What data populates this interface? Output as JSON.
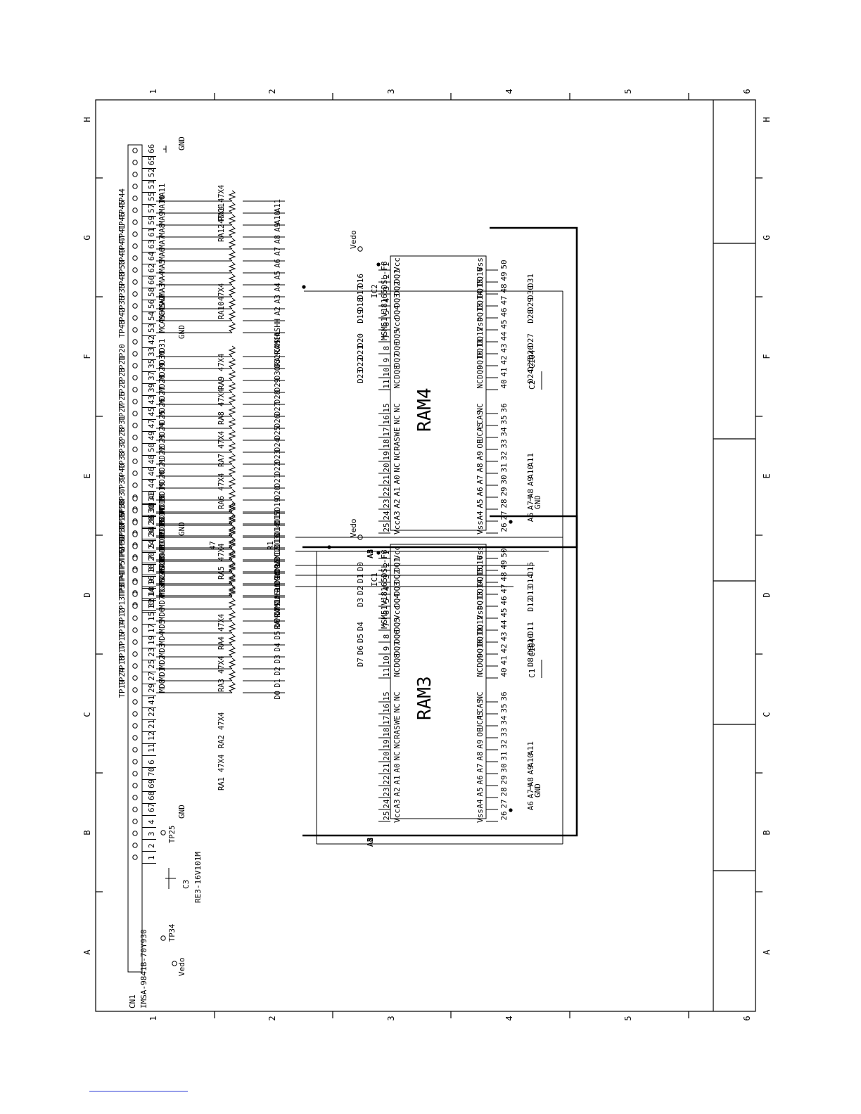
{
  "border": {
    "columns": [
      "1",
      "2",
      "3",
      "4",
      "5",
      "6"
    ],
    "rows": [
      "A",
      "B",
      "C",
      "D",
      "E",
      "F",
      "G",
      "H"
    ]
  },
  "connector": {
    "ref": "CN1",
    "part": "IMSA-9841B-70Y930",
    "power_label": "Vedo",
    "gnd_label": "GND",
    "top_pins": [
      "66",
      "65",
      "52",
      "51",
      "55",
      "57",
      "59",
      "61",
      "63",
      "64",
      "62",
      "60",
      "58",
      "56",
      "54",
      "53",
      "42",
      "33",
      "35",
      "37",
      "39",
      "43",
      "45",
      "47",
      "49",
      "50",
      "48",
      "46",
      "44",
      "40",
      "38",
      "36",
      "34",
      "5",
      "7",
      "8",
      "9",
      "10",
      "32"
    ],
    "bottom_pins": [
      "31",
      "30",
      "28",
      "26",
      "24",
      "20",
      "18",
      "16",
      "14",
      "13",
      "15",
      "17",
      "19",
      "23",
      "25",
      "27",
      "29",
      "41",
      "22",
      "21",
      "12",
      "11",
      "6",
      "70",
      "69",
      "68",
      "67",
      "4",
      "3",
      "2",
      "1"
    ],
    "top_signals": [
      "",
      "",
      "",
      "",
      "MA11",
      "MA10",
      "MA9",
      "MA8",
      "MA7",
      "MA6",
      "MA5",
      "MA4",
      "MA3",
      "MA2",
      "MCASHH",
      "MCASHL",
      "",
      "MD31",
      "MD30",
      "MD29",
      "MD28",
      "MD27",
      "MD26",
      "MD25",
      "MD24",
      "MD23",
      "MD22",
      "MD21",
      "MD20",
      "MD19",
      "MD18",
      "MD17",
      "MD16",
      "MOE",
      "MWE",
      "MRD",
      "MCASLL",
      "MCASLH",
      ""
    ],
    "bottom_signals": [
      "",
      "MD15",
      "MD14",
      "MD13",
      "MD12",
      "MD11",
      "MD10",
      "MD9",
      "MD8",
      "MD7",
      "MD6",
      "MD5",
      "MD4",
      "MD3",
      "MD2",
      "MD1",
      "MD0",
      "",
      "",
      "",
      "",
      "",
      "",
      "",
      "",
      "",
      "",
      "",
      "",
      "",
      ""
    ],
    "top_tps": [
      "",
      "",
      "",
      "",
      "TP44",
      "TP45",
      "TP46",
      "TP41",
      "TP47",
      "TP49",
      "TP50",
      "TP48",
      "TP35",
      "TP36",
      "TP42",
      "TP43",
      "",
      "TP20",
      "TP21",
      "TP23",
      "TP22",
      "TP26",
      "TP27",
      "TP31",
      "TP28",
      "TP32",
      "TP33",
      "TP40",
      "TP39",
      "TP37",
      "TP38",
      "TP29",
      "TP30",
      "TP51",
      "TP2",
      "TP7",
      "TP1",
      "TP8",
      ""
    ],
    "bottom_tps": [
      "",
      "TP10",
      "TP16",
      "TP11",
      "TP9",
      "TP6",
      "TP5",
      "TP4",
      "TP3",
      "TP13",
      "TP12",
      "TP14",
      "TP15",
      "TP17",
      "TP18",
      "TP24",
      "TP19",
      "",
      "",
      "",
      "",
      "",
      "",
      "",
      "",
      "",
      "",
      "",
      "",
      "",
      ""
    ],
    "tp_mid_1": "TP25",
    "tp_mid_2": "TP34"
  },
  "resistor_arrays": [
    {
      "ref": "RA11",
      "value": "47X4"
    },
    {
      "ref": "RA12",
      "value": "47X4"
    },
    {
      "ref": "RA10",
      "value": "47X4"
    },
    {
      "ref": "RA9",
      "value": "47X4"
    },
    {
      "ref": "RA8",
      "value": "47X4"
    },
    {
      "ref": "RA7",
      "value": "47X4"
    },
    {
      "ref": "RA6",
      "value": "47X4"
    },
    {
      "ref": "RA5",
      "value": "47X4"
    },
    {
      "ref": "RA4",
      "value": "47X4"
    },
    {
      "ref": "RA3",
      "value": "47X4"
    },
    {
      "ref": "RA2",
      "value": "47X4"
    },
    {
      "ref": "RA1",
      "value": "47X4"
    }
  ],
  "resistor_r1": {
    "ref": "R1",
    "value": "47"
  },
  "bus_top": [
    "",
    "",
    "",
    "",
    "A11",
    "A10",
    "A9",
    "A8",
    "A7",
    "A6",
    "A5",
    "A4",
    "A3",
    "A2",
    "RAMCASHH",
    "RAMCASHL",
    "",
    "D31",
    "D30",
    "D29",
    "D28",
    "D27",
    "D26",
    "D25",
    "D24",
    "D23",
    "D22",
    "D21",
    "D20",
    "D19",
    "D18",
    "D17",
    "D16",
    "RAMOE",
    "RAMWE",
    "RAMRD",
    "RAMCASLL",
    "RAMCASLH",
    ""
  ],
  "bus_bottom": [
    "",
    "D15",
    "D14",
    "D13",
    "D12",
    "D11",
    "D10",
    "D9",
    "D8",
    "D7",
    "D6",
    "D5",
    "D4",
    "D3",
    "D2",
    "D1",
    "D0",
    "",
    "",
    "",
    "",
    "",
    "",
    "",
    "",
    "",
    "",
    "",
    "",
    "",
    ""
  ],
  "capacitor_c3": {
    "ref": "C3",
    "value": "RE3-16V101M"
  },
  "ram4": {
    "name": "RAM4",
    "ref": "IC2",
    "part": "MSM51V18165DSL-F8",
    "power_label": "Vedo",
    "gnd_label": "GND",
    "cap_ref": "C2",
    "cap_value": "C104",
    "left_pin_nums": [
      "1",
      "2",
      "3",
      "4",
      "5",
      "6",
      "7",
      "8",
      "9",
      "10",
      "11",
      "",
      "15",
      "16",
      "17",
      "18",
      "19",
      "20",
      "21",
      "22",
      "23",
      "24",
      "25"
    ],
    "left_pin_names": [
      "Vcc",
      "DQ1",
      "DQ2",
      "DQ3",
      "DQ4",
      "Vcc",
      "DQ5",
      "DQ6",
      "DQ7",
      "DQ8",
      "NC",
      "",
      "NC",
      "NC",
      "WE",
      "RAS",
      "NC",
      "NC",
      "A0",
      "A1",
      "A2",
      "A3",
      "Vcc"
    ],
    "right_pin_nums": [
      "50",
      "49",
      "48",
      "47",
      "46",
      "45",
      "44",
      "43",
      "42",
      "41",
      "40",
      "",
      "36",
      "35",
      "34",
      "33",
      "32",
      "31",
      "30",
      "29",
      "28",
      "27",
      "26"
    ],
    "right_pin_names": [
      "Vss",
      "DQ16",
      "DQ15",
      "DQ14",
      "DQ13",
      "Vss",
      "DQ12",
      "DQ11",
      "DQ10",
      "DQ9",
      "NC",
      "",
      "NC",
      "LCAS",
      "UCAS",
      "OE",
      "A9",
      "A8",
      "A7",
      "A6",
      "A5",
      "A4",
      "Vss"
    ],
    "left_nets": [
      "",
      "D16",
      "D17",
      "D18",
      "D19",
      "",
      "D20",
      "D21",
      "D22",
      "D23",
      "",
      "",
      "",
      "",
      "",
      "",
      "",
      "",
      "",
      "",
      "",
      "",
      ""
    ],
    "right_nets": [
      "",
      "D31",
      "D30",
      "D29",
      "D28",
      "",
      "D27",
      "D26",
      "D25",
      "D24",
      "",
      "",
      "",
      "",
      "",
      "",
      "A11",
      "A10",
      "A9",
      "A8",
      "A7",
      "A6",
      ""
    ],
    "low_addr": [
      "A2",
      "A3",
      "A4",
      "A5"
    ]
  },
  "ram3": {
    "name": "RAM3",
    "ref": "IC1",
    "part": "MSM51V18165DSL-F8",
    "power_label": "Vedo",
    "gnd_label": "GND",
    "cap_ref": "C1",
    "cap_value": "C104",
    "left_pin_nums": [
      "1",
      "2",
      "3",
      "4",
      "5",
      "6",
      "7",
      "8",
      "9",
      "10",
      "11",
      "",
      "15",
      "16",
      "17",
      "18",
      "19",
      "20",
      "21",
      "22",
      "23",
      "24",
      "25"
    ],
    "left_pin_names": [
      "Vcc",
      "DQ1",
      "DQ2",
      "DQ3",
      "DQ4",
      "Vcc",
      "DQ5",
      "DQ6",
      "DQ7",
      "DQ8",
      "NC",
      "",
      "NC",
      "NC",
      "WE",
      "RAS",
      "NC",
      "NC",
      "A0",
      "A1",
      "A2",
      "A3",
      "Vcc"
    ],
    "right_pin_nums": [
      "50",
      "49",
      "48",
      "47",
      "46",
      "45",
      "44",
      "43",
      "42",
      "41",
      "40",
      "",
      "36",
      "35",
      "34",
      "33",
      "32",
      "31",
      "30",
      "29",
      "28",
      "27",
      "26"
    ],
    "right_pin_names": [
      "Vss",
      "DQ16",
      "DQ15",
      "DQ14",
      "DQ13",
      "Vss",
      "DQ12",
      "DQ11",
      "DQ10",
      "DQ9",
      "NC",
      "",
      "NC",
      "LCAS",
      "UCAS",
      "OE",
      "A9",
      "A8",
      "A7",
      "A6",
      "A5",
      "A4",
      "Vss"
    ],
    "left_nets": [
      "",
      "D0",
      "D1",
      "D2",
      "D3",
      "",
      "D4",
      "D5",
      "D6",
      "D7",
      "",
      "",
      "",
      "",
      "",
      "",
      "",
      "",
      "",
      "",
      "",
      "",
      ""
    ],
    "right_nets": [
      "",
      "D15",
      "D14",
      "D13",
      "D12",
      "",
      "D11",
      "D10",
      "D9",
      "D8",
      "",
      "",
      "",
      "",
      "",
      "",
      "A11",
      "A10",
      "A9",
      "A8",
      "A7",
      "A6",
      ""
    ],
    "low_addr": [
      "A2",
      "A3",
      "A4",
      "A5"
    ]
  }
}
